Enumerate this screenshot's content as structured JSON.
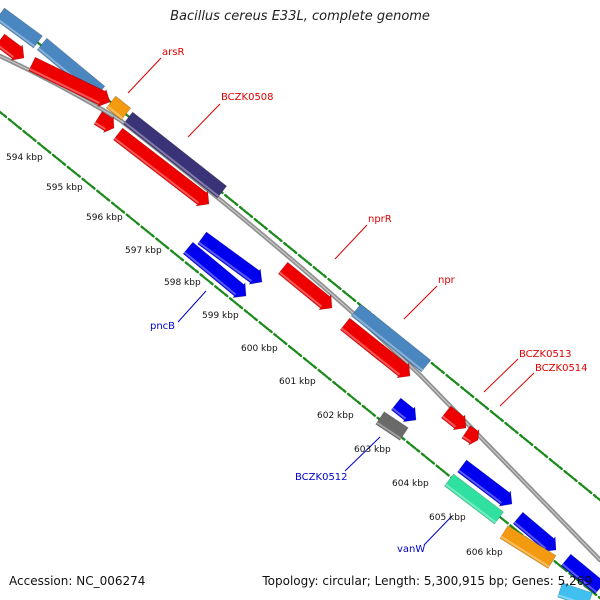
{
  "title": "Bacillus cereus E33L, complete genome",
  "footer": {
    "accession": "Accession: NC_006274",
    "summary": "Topology: circular; Length: 5,300,915 bp; Genes: 5,269"
  },
  "colors": {
    "forward_cds": "#0000ee",
    "reverse_cds": "#ee0000",
    "cog_blue": "#4a86c0",
    "cog_purple": "#3b3378",
    "cog_orange": "#f39a10",
    "cog_green": "#30e0a0",
    "cog_gray": "#6a6a6a",
    "cog_cyan": "#40c0f0",
    "ticks": "#1a8a1a",
    "backbone": "#8c8c8c",
    "label_red": "#dd0000",
    "label_blue": "#0000cc"
  },
  "kbp_labels": [
    "594 kbp",
    "595 kbp",
    "596 kbp",
    "597 kbp",
    "598 kbp",
    "599 kbp",
    "600 kbp",
    "601 kbp",
    "602 kbp",
    "603 kbp",
    "604 kbp",
    "605 kbp",
    "606 kbp"
  ],
  "gene_labels": {
    "arsR": "arsR",
    "bczk0508": "BCZK0508",
    "nprR": "nprR",
    "npr": "npr",
    "bczk0513": "BCZK0513",
    "bczk0514": "BCZK0514",
    "pncB": "pncB",
    "bczk0512": "BCZK0512",
    "vanW": "vanW"
  }
}
